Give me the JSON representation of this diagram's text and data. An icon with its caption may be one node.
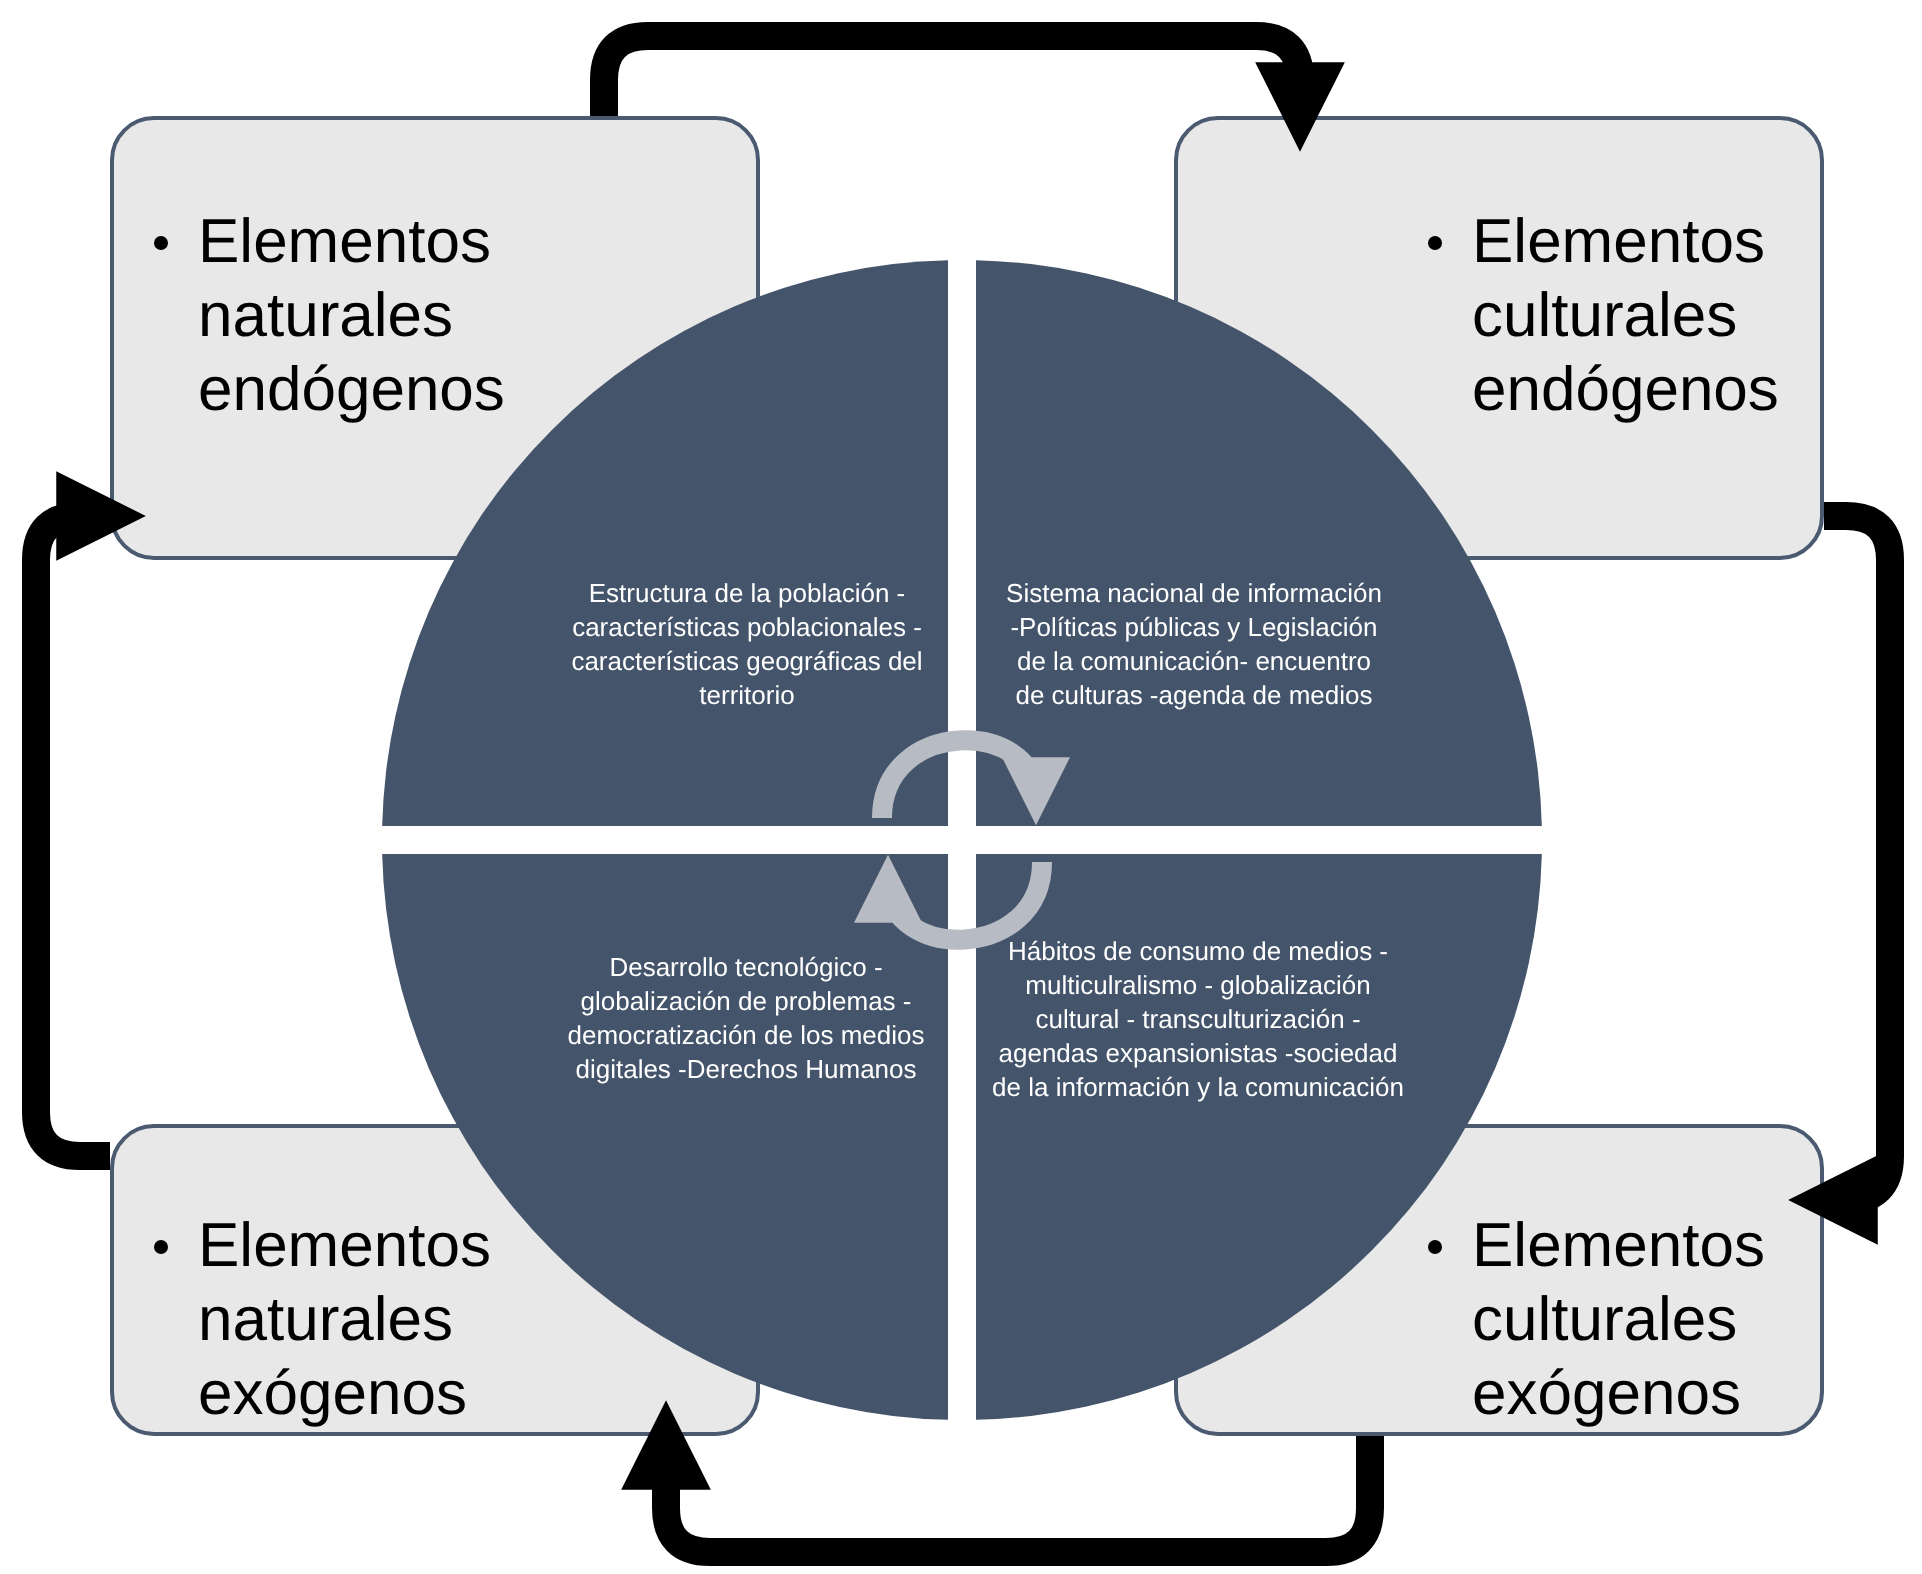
{
  "diagram": {
    "nodes": [
      {
        "text": [
          "Elementos naturales endógenos"
        ]
      },
      {
        "text": [
          "Elementos culturales endógenos"
        ]
      },
      {
        "text": [
          "Elementos naturales exógenos"
        ]
      },
      {
        "text": [
          "Elementos culturales exógenos"
        ]
      },
      {
        "text": [
          "Estructura de la población - características poblacionales - características geográficas del territorio"
        ]
      },
      {
        "text": [
          "Sistema nacional de información -Políticas públicas  y Legislación  de la comunicación- encuentro de culturas -agenda de medios"
        ]
      },
      {
        "text": [
          "Desarrollo tecnológico - globalización de problemas -  democratización de los medios digitales -Derechos Humanos"
        ]
      },
      {
        "text": [
          "Hábitos de consumo de medios - multiculralismo - globalización cultural - transculturización -agendas expansionistas -sociedad de la información y la comunicación"
        ]
      }
    ],
    "edges": [
      {
        "from": 0,
        "to": 1,
        "arrow": "to"
      },
      {
        "from": 1,
        "to": 3,
        "arrow": "to"
      },
      {
        "from": 3,
        "to": 2,
        "arrow": "to"
      },
      {
        "from": 2,
        "to": 0,
        "arrow": "to"
      },
      {
        "from": 4,
        "to": 5,
        "arrow": "to",
        "color": "#b7bbc3"
      },
      {
        "from": 7,
        "to": 6,
        "arrow": "to",
        "color": "#b7bbc3"
      }
    ]
  }
}
